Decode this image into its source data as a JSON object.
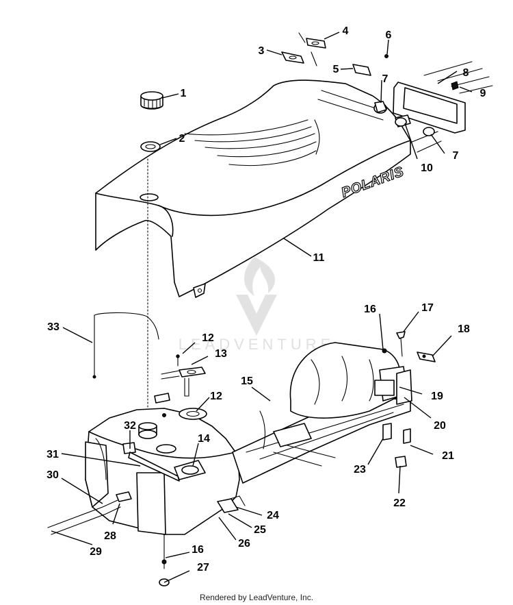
{
  "brand_label": "POLARIS",
  "watermark": "LEADVENTURE",
  "footer": "Rendered by LeadVenture, Inc.",
  "callouts": [
    "1",
    "2",
    "3",
    "4",
    "5",
    "6",
    "7",
    "7",
    "8",
    "9",
    "10",
    "11",
    "12",
    "12",
    "13",
    "14",
    "15",
    "16",
    "16",
    "17",
    "18",
    "19",
    "20",
    "21",
    "22",
    "23",
    "24",
    "25",
    "26",
    "27",
    "28",
    "29",
    "30",
    "31",
    "32",
    "33"
  ]
}
